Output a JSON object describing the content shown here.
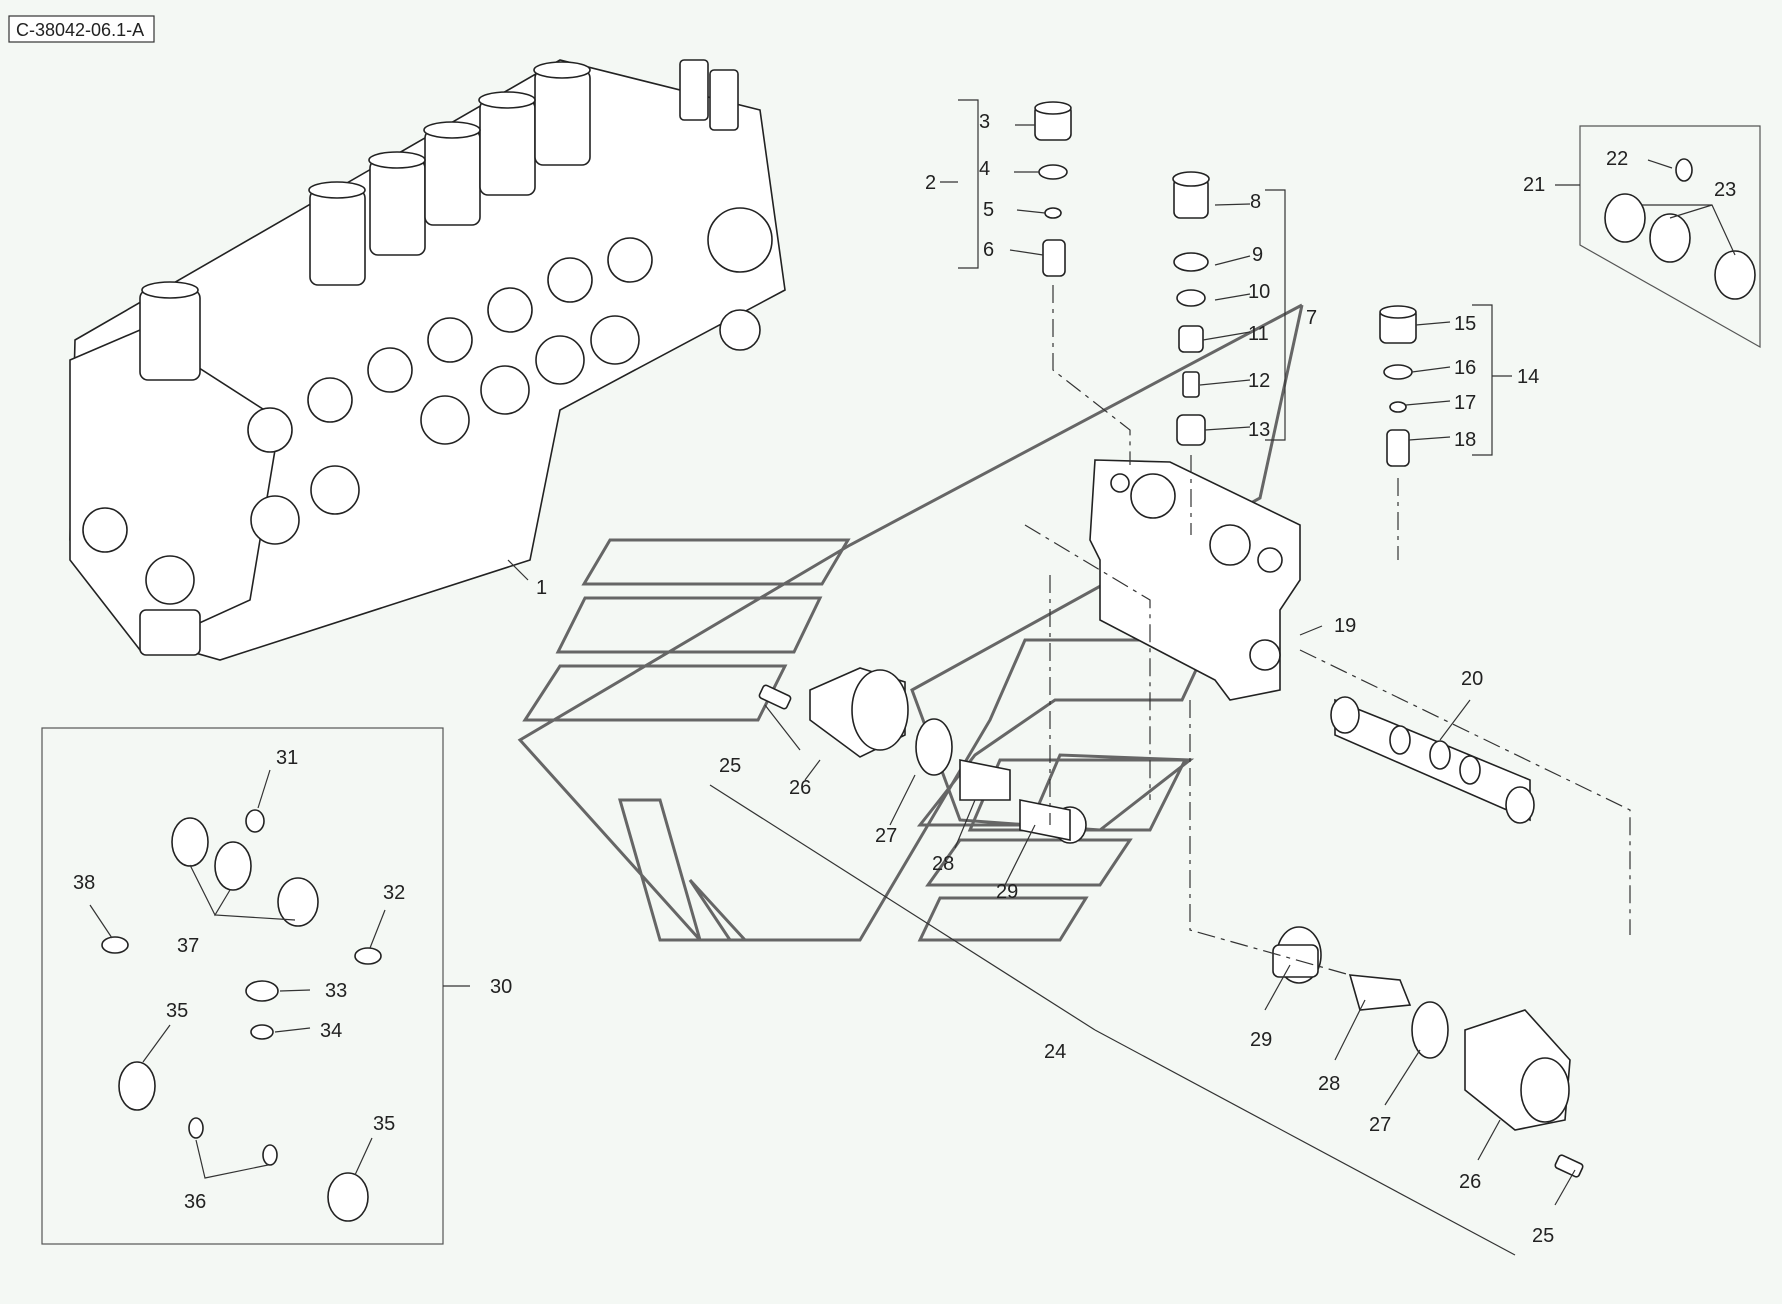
{
  "drawing_id": "C-38042-06.1-A",
  "callouts": [
    {
      "name": "callout-1",
      "text": "1"
    },
    {
      "name": "callout-2",
      "text": "2"
    },
    {
      "name": "callout-3",
      "text": "3"
    },
    {
      "name": "callout-4",
      "text": "4"
    },
    {
      "name": "callout-5",
      "text": "5"
    },
    {
      "name": "callout-6",
      "text": "6"
    },
    {
      "name": "callout-7",
      "text": "7"
    },
    {
      "name": "callout-8",
      "text": "8"
    },
    {
      "name": "callout-9",
      "text": "9"
    },
    {
      "name": "callout-10",
      "text": "10"
    },
    {
      "name": "callout-11",
      "text": "11"
    },
    {
      "name": "callout-12",
      "text": "12"
    },
    {
      "name": "callout-13",
      "text": "13"
    },
    {
      "name": "callout-14",
      "text": "14"
    },
    {
      "name": "callout-15",
      "text": "15"
    },
    {
      "name": "callout-16",
      "text": "16"
    },
    {
      "name": "callout-17",
      "text": "17"
    },
    {
      "name": "callout-18",
      "text": "18"
    },
    {
      "name": "callout-19",
      "text": "19"
    },
    {
      "name": "callout-20",
      "text": "20"
    },
    {
      "name": "callout-21",
      "text": "21"
    },
    {
      "name": "callout-22",
      "text": "22"
    },
    {
      "name": "callout-23",
      "text": "23"
    },
    {
      "name": "callout-24",
      "text": "24"
    },
    {
      "name": "callout-25a",
      "text": "25"
    },
    {
      "name": "callout-26a",
      "text": "26"
    },
    {
      "name": "callout-27a",
      "text": "27"
    },
    {
      "name": "callout-28a",
      "text": "28"
    },
    {
      "name": "callout-29a",
      "text": "29"
    },
    {
      "name": "callout-29b",
      "text": "29"
    },
    {
      "name": "callout-28b",
      "text": "28"
    },
    {
      "name": "callout-27b",
      "text": "27"
    },
    {
      "name": "callout-26b",
      "text": "26"
    },
    {
      "name": "callout-25b",
      "text": "25"
    },
    {
      "name": "callout-30",
      "text": "30"
    },
    {
      "name": "callout-31",
      "text": "31"
    },
    {
      "name": "callout-32",
      "text": "32"
    },
    {
      "name": "callout-33",
      "text": "33"
    },
    {
      "name": "callout-34",
      "text": "34"
    },
    {
      "name": "callout-35a",
      "text": "35"
    },
    {
      "name": "callout-35b",
      "text": "35"
    },
    {
      "name": "callout-36",
      "text": "36"
    },
    {
      "name": "callout-37",
      "text": "37"
    },
    {
      "name": "callout-38",
      "text": "38"
    }
  ]
}
